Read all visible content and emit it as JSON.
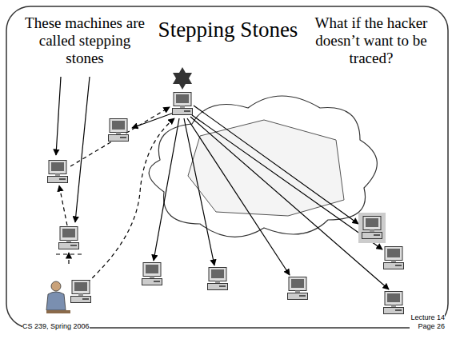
{
  "diagram": {
    "title": "Stepping Stones",
    "labels": [
      "These machines are called stepping stones",
      "What if the hacker doesn’t want to be traced?",
      "CS 239, Spring 2006",
      "Lecture 14 Page 26"
    ]
  }
}
